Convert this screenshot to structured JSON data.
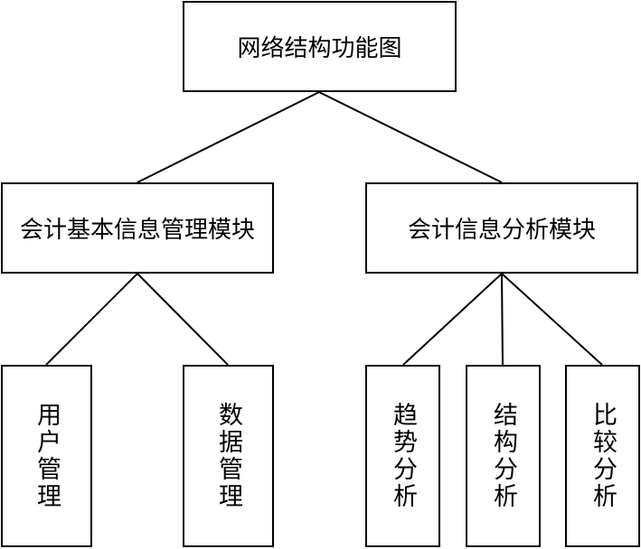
{
  "diagram": {
    "root": {
      "label": "网络结构功能图"
    },
    "modules": [
      {
        "label": "会计基本信息管理模块"
      },
      {
        "label": "会计信息分析模块"
      }
    ],
    "leaves": [
      {
        "label": "用户管理"
      },
      {
        "label": "数据管理"
      },
      {
        "label": "趋势分析"
      },
      {
        "label": "结构分析"
      },
      {
        "label": "比较分析"
      }
    ],
    "colors": {
      "stroke": "#000000",
      "background": "#ffffff",
      "text": "#000000"
    }
  }
}
